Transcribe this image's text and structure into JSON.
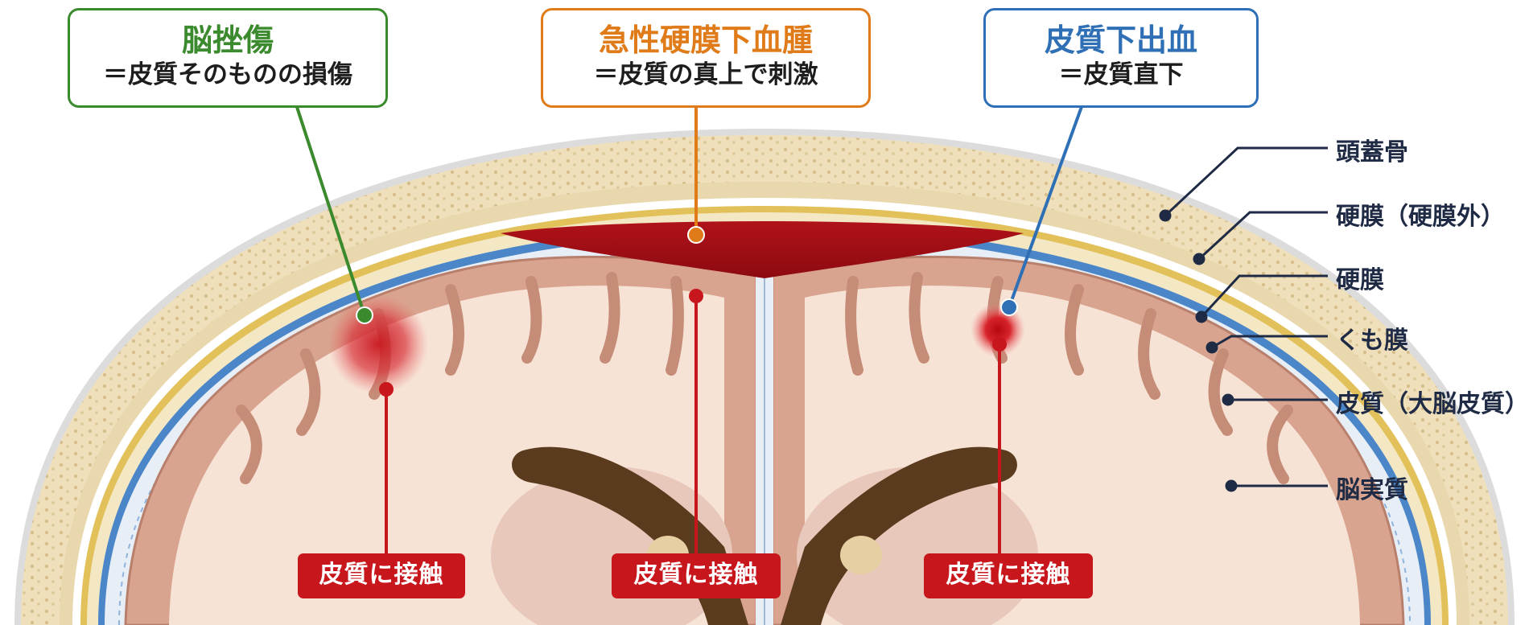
{
  "colors": {
    "contusion": "#3b8a2e",
    "subdural_hematoma": "#e07b1a",
    "subcortical_hemorrhage": "#2f6fb5",
    "badge_red": "#c8161d",
    "leader_navy": "#1f2a44",
    "skull": "#efe0bb",
    "dura": "#e2c15a",
    "arachnoid": "#4a86c8",
    "cortex": "#d9a48f",
    "white_matter": "#f7e3d6"
  },
  "callouts": {
    "contusion": {
      "title": "脳挫傷",
      "subtitle": "＝皮質そのものの損傷"
    },
    "subdural": {
      "title": "急性硬膜下血腫",
      "subtitle": "＝皮質の真上で刺激"
    },
    "subcortical": {
      "title": "皮質下出血",
      "subtitle": "＝皮質直下"
    }
  },
  "badges": {
    "left": "皮質に接触",
    "center": "皮質に接触",
    "right": "皮質に接触"
  },
  "layer_labels": [
    {
      "text": "頭蓋骨",
      "icon": "skull-layer"
    },
    {
      "text": "硬膜（硬膜外）",
      "icon": "epidural-layer"
    },
    {
      "text": "硬膜",
      "icon": "dura-layer"
    },
    {
      "text": "くも膜",
      "icon": "arachnoid-layer"
    },
    {
      "text": "皮質（大脳皮質）",
      "icon": "cortex-layer"
    },
    {
      "text": "脳実質",
      "icon": "parenchyma-layer"
    }
  ]
}
